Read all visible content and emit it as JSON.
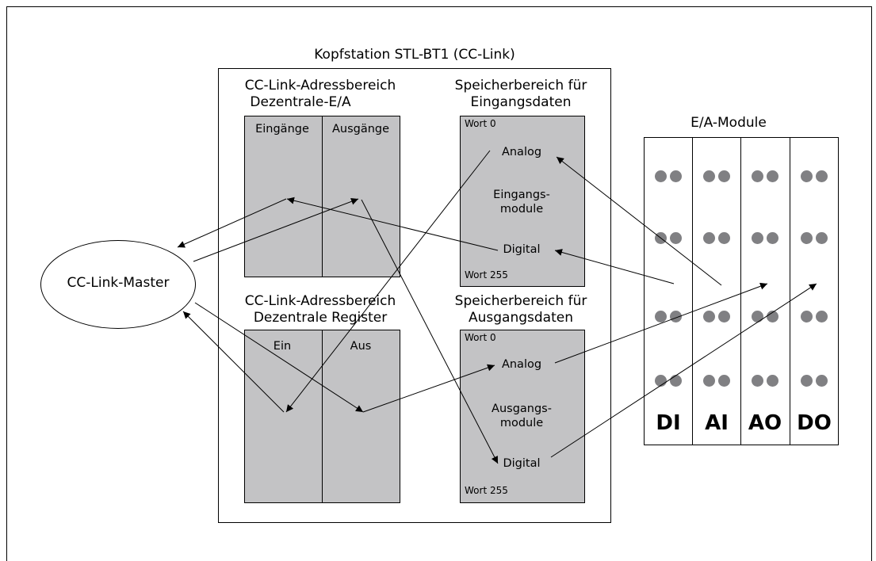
{
  "head_station": {
    "title": "Kopfstation STL-BT1 (CC-Link)"
  },
  "master": {
    "label": "CC-Link-Master"
  },
  "io_area": {
    "title_line1": "CC-Link-Adressbereich",
    "title_line2": "Dezentrale-E/A",
    "col_inputs": "Eingänge",
    "col_outputs": "Ausgänge"
  },
  "register_area": {
    "title_line1": "CC-Link-Adressbereich",
    "title_line2": "Dezentrale Register",
    "col_in": "Ein",
    "col_out": "Aus"
  },
  "input_memory": {
    "title_line1": "Speicherbereich für",
    "title_line2": "Eingangsdaten",
    "word_first": "Wort 0",
    "analog": "Analog",
    "modules_line1": "Eingangs-",
    "modules_line2": "module",
    "digital": "Digital",
    "word_last": "Wort 255"
  },
  "output_memory": {
    "title_line1": "Speicherbereich für",
    "title_line2": "Ausgangsdaten",
    "word_first": "Wort 0",
    "analog": "Analog",
    "modules_line1": "Ausgangs-",
    "modules_line2": "module",
    "digital": "Digital",
    "word_last": "Wort 255"
  },
  "io_modules": {
    "title": "E/A-Module",
    "modules": [
      "DI",
      "AI",
      "AO",
      "DO"
    ]
  }
}
